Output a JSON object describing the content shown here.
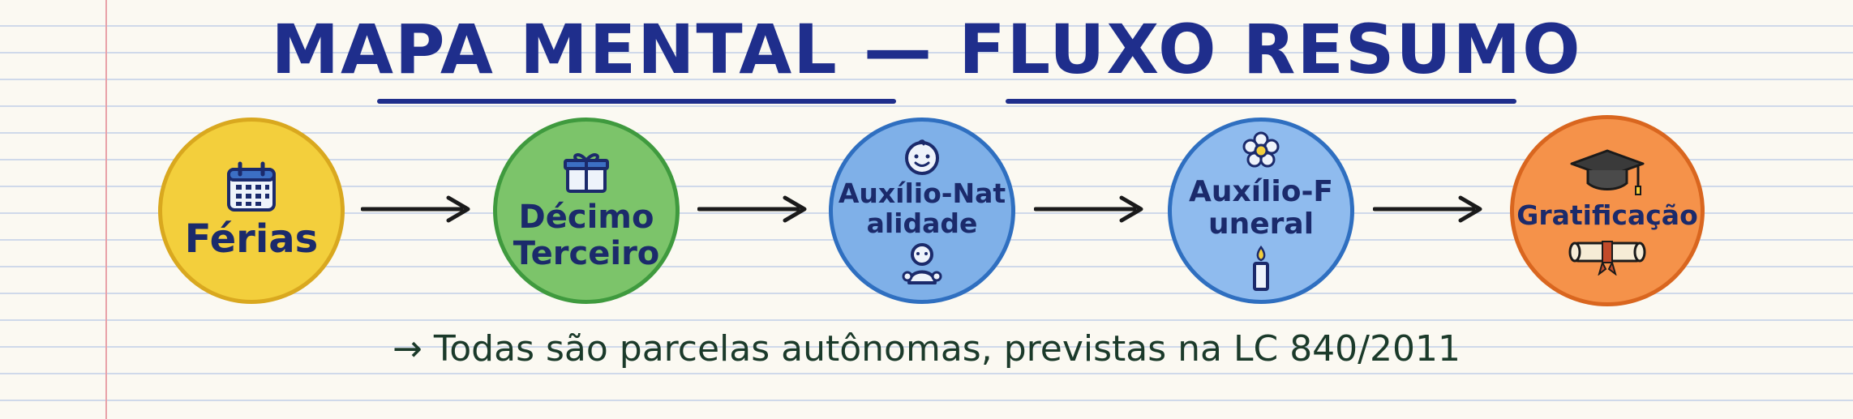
{
  "title": "MAPA MENTAL — FLUXO RESUMO",
  "nodes": [
    {
      "label": "Férias",
      "icon": "calendar-icon",
      "fill": "#f3cf3c",
      "border": "#d9a81f"
    },
    {
      "label": "Décimo Terceiro",
      "icon": "gift-icon",
      "fill": "#7cc46a",
      "border": "#3f9a3e"
    },
    {
      "label": "Auxílio-Natalidade",
      "icon": "baby-icon",
      "fill": "#7fb0e8",
      "border": "#2f6fc0"
    },
    {
      "label": "Auxílio-Funeral",
      "icon": "candle-icon",
      "fill": "#8fbbee",
      "border": "#2f6fc0"
    },
    {
      "label": "Gratificação",
      "icon": "graduation-cap-icon",
      "fill": "#f5924a",
      "border": "#d9661f"
    }
  ],
  "footnote": "→ Todas são parcelas autônomas, previstas na LC 840/2011",
  "colors": {
    "title": "#1f2e8c",
    "text": "#1b2a6b",
    "arrow": "#1a1a1a"
  }
}
